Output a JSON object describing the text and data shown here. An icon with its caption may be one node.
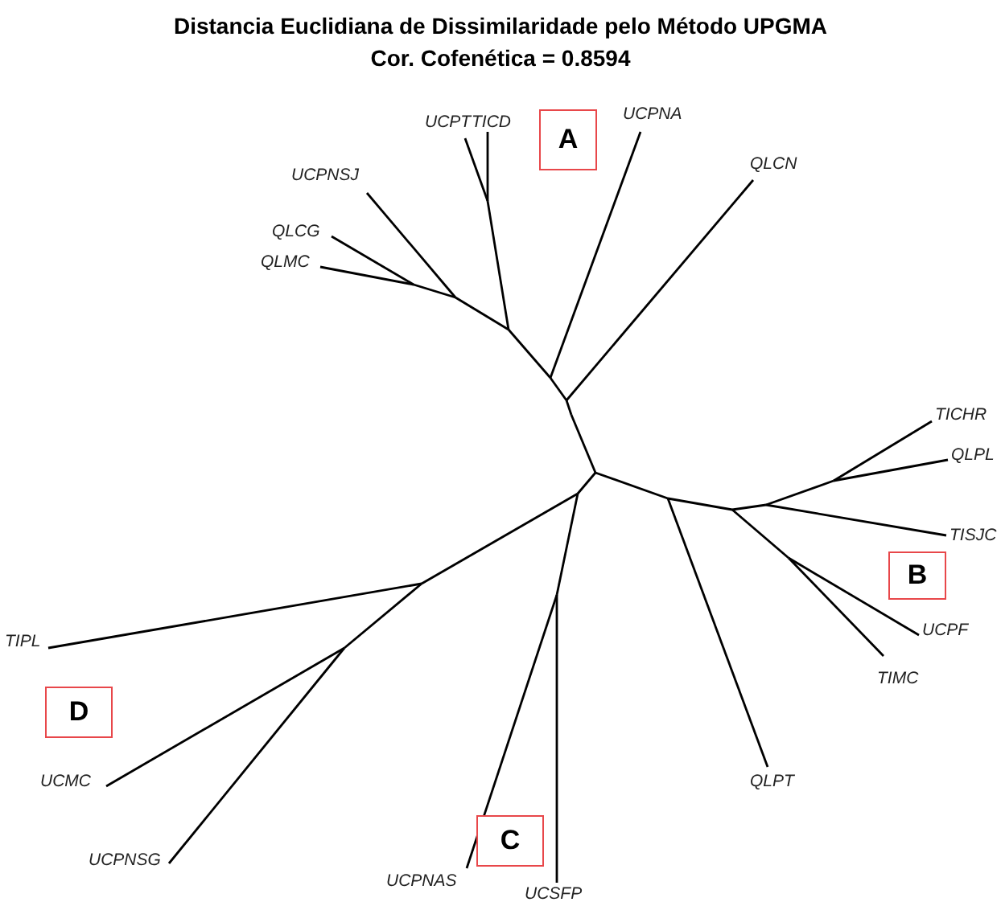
{
  "diagram": {
    "title": "Distancia Euclidiana de Dissimilaridade pelo Método UPGMA",
    "nodes": [
      {
        "text": [
          "A"
        ]
      },
      {
        "text": [
          "B"
        ]
      },
      {
        "text": [
          "C"
        ]
      },
      {
        "text": [
          "D"
        ]
      }
    ],
    "labels": [
      "Cor. Cofenética = 0.8594",
      "UCPT",
      "TICD",
      "UCPNA",
      "QLCN",
      "UCPNSJ",
      "QLCG",
      "QLMC",
      "TICHR",
      "QLPL",
      "TISJC",
      "UCPF",
      "TIMC",
      "TIPL",
      "QLPT",
      "UCMC",
      "UCPNSG",
      "UCPNAS",
      "UCSFP"
    ]
  }
}
